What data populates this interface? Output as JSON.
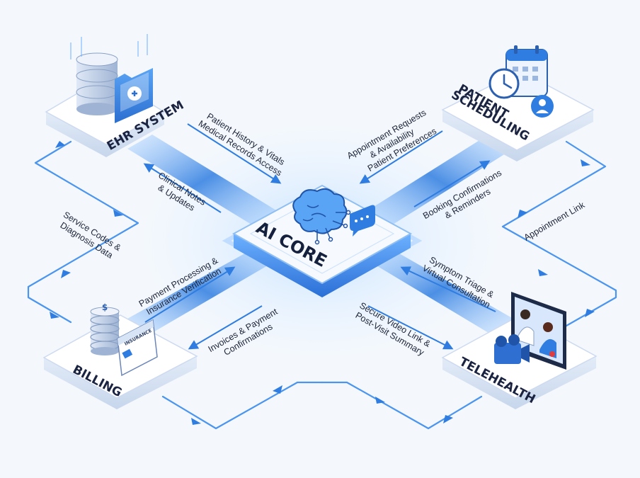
{
  "core": {
    "label": "AI CORE"
  },
  "nodes": {
    "ehr": {
      "label": "EHR SYSTEM"
    },
    "scheduling": {
      "label_line1": "PATIENT",
      "label_line2": "SCHEDULING"
    },
    "billing": {
      "label": "BILLING",
      "card_text": "INSURANCE"
    },
    "telehealth": {
      "label": "TELEHEALTH"
    }
  },
  "flows": {
    "ehr_to_core": {
      "line1": "Patient History & Vitals",
      "line2": "Medical Records Access"
    },
    "core_to_ehr": {
      "line1": "Clinical Notes",
      "line2": "& Updates"
    },
    "ehr_to_billing": {
      "line1": "Service Codes &",
      "line2": "Diagnosis Data"
    },
    "scheduling_to_core": {
      "line1": "Appointment Requests",
      "line2": "& Availability",
      "line3": "Patient Preferences"
    },
    "core_to_scheduling": {
      "line1": "Booking Confirmations",
      "line2": "& Reminders"
    },
    "scheduling_to_telehealth": {
      "line1": "Appointment Link"
    },
    "billing_to_core": {
      "line1": "Payment Processing &",
      "line2": "Insurance Verification"
    },
    "core_to_billing": {
      "line1": "Invoices & Payment",
      "line2": "Confirmations"
    },
    "telehealth_to_core": {
      "line1": "Symptom Triage &",
      "line2": "Virtual Consultation"
    },
    "core_to_telehealth": {
      "line1": "Secure Video Link &",
      "line2": "Post-Visit Summary"
    }
  },
  "colors": {
    "accent": "#2f7de0",
    "beam": "#3d8df0",
    "platform_top": "#ffffff",
    "platform_side": "#dbe6f5",
    "text": "#1c2438"
  }
}
